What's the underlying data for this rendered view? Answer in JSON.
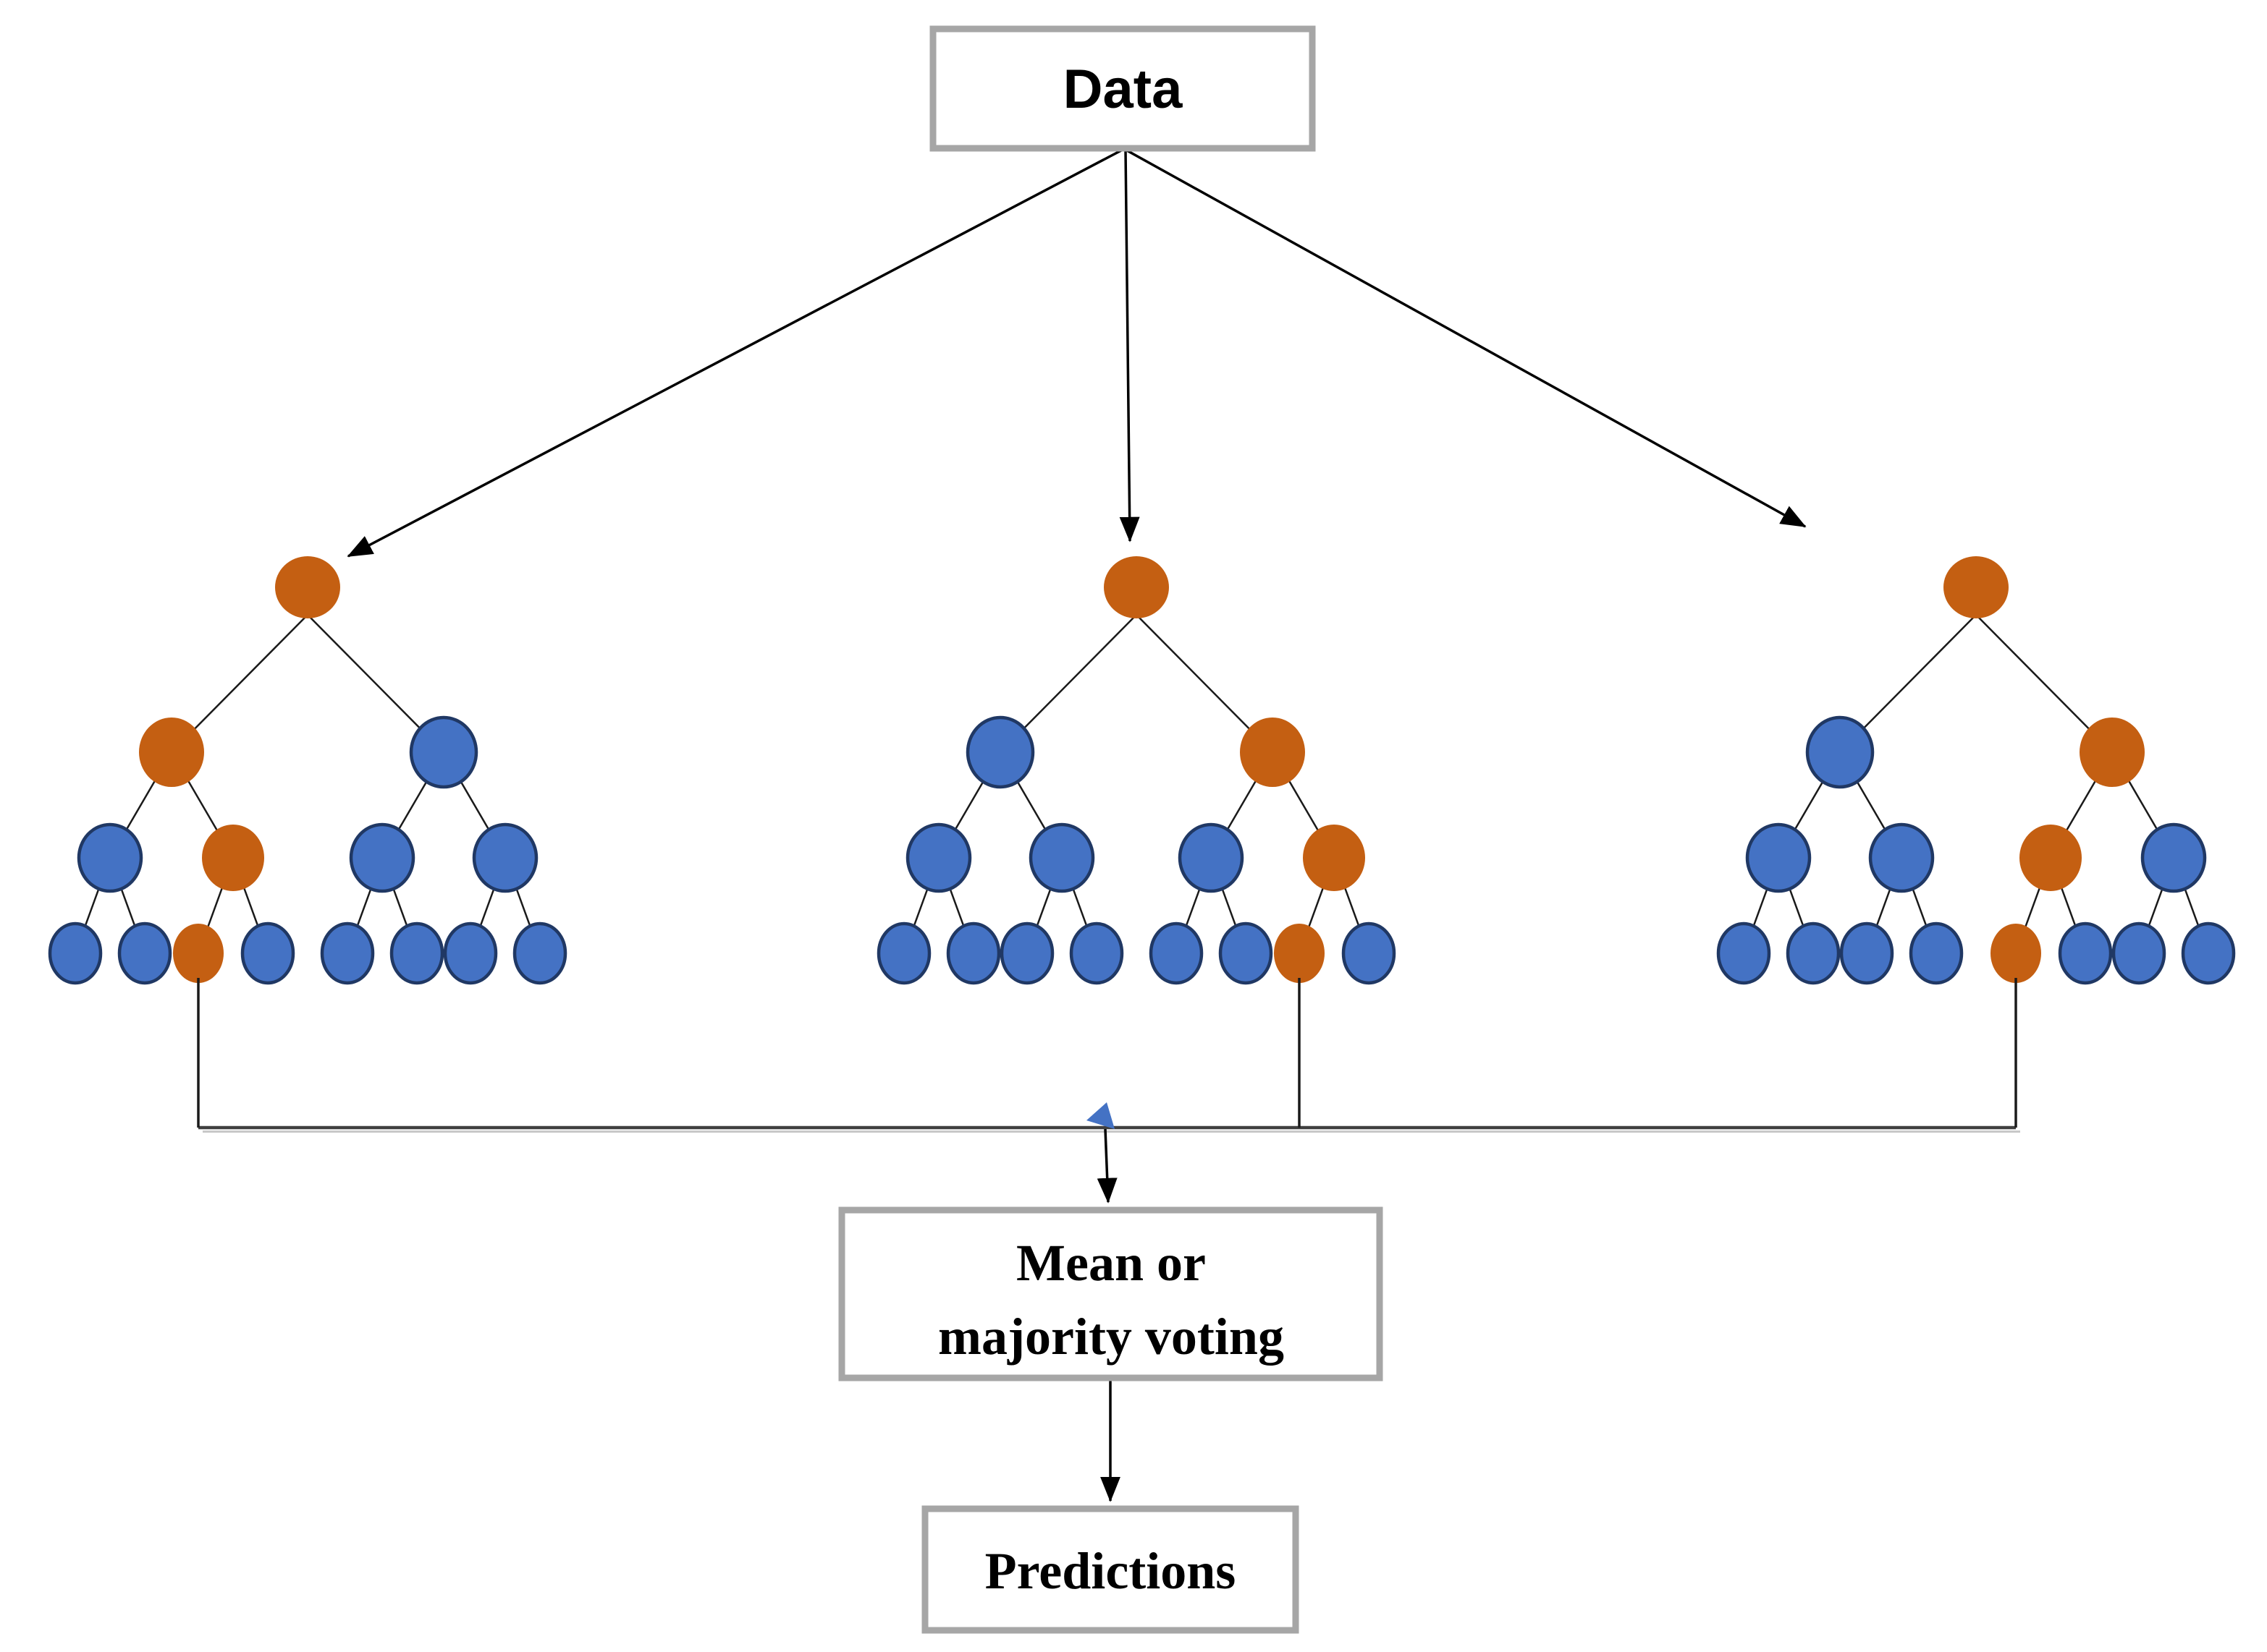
{
  "boxes": {
    "data": {
      "label": "Data"
    },
    "aggregate": {
      "line1": "Mean or",
      "line2": "majority voting"
    },
    "output": {
      "label": "Predictions"
    }
  },
  "colors": {
    "orange_node": "#C45F12",
    "blue_node_fill": "#4472C4",
    "blue_node_stroke": "#203864",
    "box_border": "#A6A6A6",
    "arrow_black": "#000000",
    "collector_line": "#404040",
    "collector_shadow": "#C8C8C8",
    "junction_marker_blue": "#4472C4"
  },
  "trees": [
    {
      "id": "tree-1",
      "root": "orange",
      "level2": [
        "orange",
        "blue"
      ],
      "level3": [
        "blue",
        "orange",
        "blue",
        "blue"
      ],
      "leaves": [
        "blue",
        "blue",
        "orange",
        "blue",
        "blue",
        "blue",
        "blue",
        "blue"
      ],
      "output_leaf_index": 2
    },
    {
      "id": "tree-2",
      "root": "orange",
      "level2": [
        "blue",
        "orange"
      ],
      "level3": [
        "blue",
        "blue",
        "blue",
        "orange"
      ],
      "leaves": [
        "blue",
        "blue",
        "blue",
        "blue",
        "blue",
        "blue",
        "orange",
        "blue"
      ],
      "output_leaf_index": 6
    },
    {
      "id": "tree-3",
      "root": "orange",
      "level2": [
        "blue",
        "orange"
      ],
      "level3": [
        "blue",
        "blue",
        "orange",
        "blue"
      ],
      "leaves": [
        "blue",
        "blue",
        "blue",
        "blue",
        "orange",
        "blue",
        "blue",
        "blue"
      ],
      "output_leaf_index": 4
    }
  ]
}
